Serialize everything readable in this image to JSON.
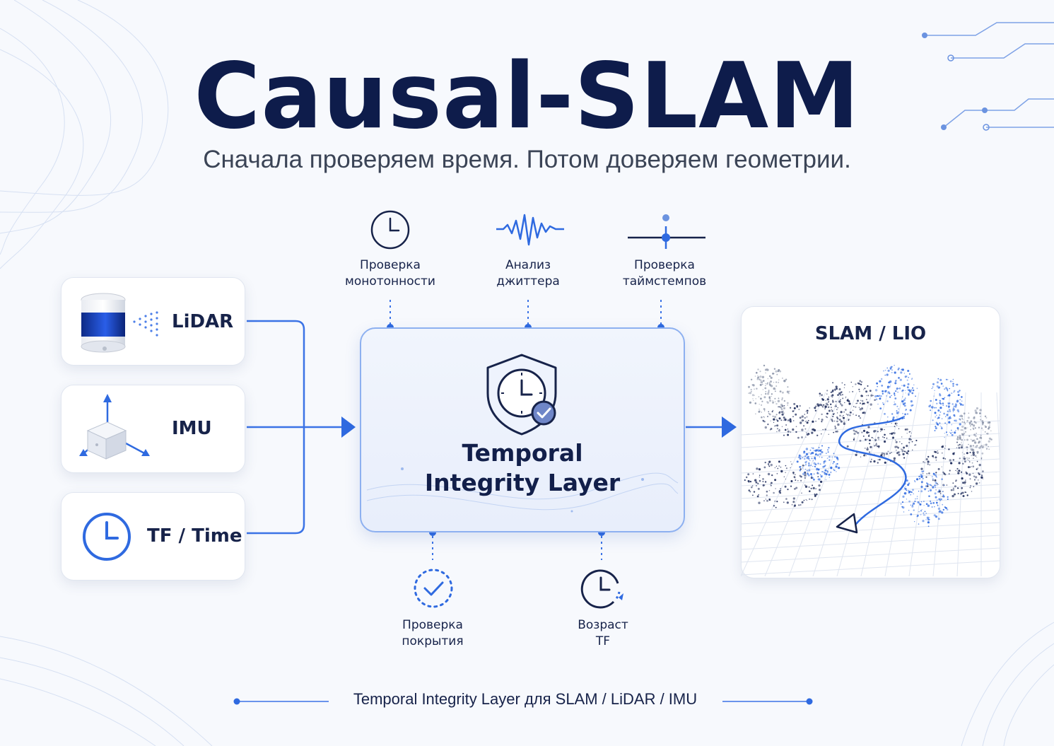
{
  "header": {
    "title": "Causal-SLAM",
    "subtitle": "Сначала проверяем время. Потом доверяем геометрии."
  },
  "inputs": [
    {
      "label": "LiDAR",
      "icon": "lidar-sensor-icon"
    },
    {
      "label": "IMU",
      "icon": "imu-cube-axes-icon"
    },
    {
      "label": "TF / Time",
      "icon": "clock-icon"
    }
  ],
  "top_checks": [
    {
      "line1": "Проверка",
      "line2": "монотонности",
      "icon": "clock-icon"
    },
    {
      "line1": "Анализ",
      "line2": "джиттера",
      "icon": "waveform-icon"
    },
    {
      "line1": "Проверка",
      "line2": "таймстемпов",
      "icon": "timeline-marker-icon"
    }
  ],
  "core": {
    "title_line1": "Temporal",
    "title_line2": "Integrity Layer",
    "icon": "shield-clock-check-icon"
  },
  "bottom_checks": [
    {
      "line1": "Проверка",
      "line2": "покрытия",
      "icon": "dashed-check-circle-icon"
    },
    {
      "line1": "Возраст",
      "line2": "TF",
      "icon": "clock-refresh-icon"
    }
  ],
  "output": {
    "title": "SLAM / LIO",
    "icon": "point-cloud-map-icon"
  },
  "footer": {
    "text": "Temporal Integrity Layer для SLAM / LiDAR / IMU"
  },
  "colors": {
    "navy": "#0e1c4b",
    "accent_blue": "#2f6ae0",
    "line_blue": "#3b73e6",
    "background": "#f7f9fd"
  }
}
